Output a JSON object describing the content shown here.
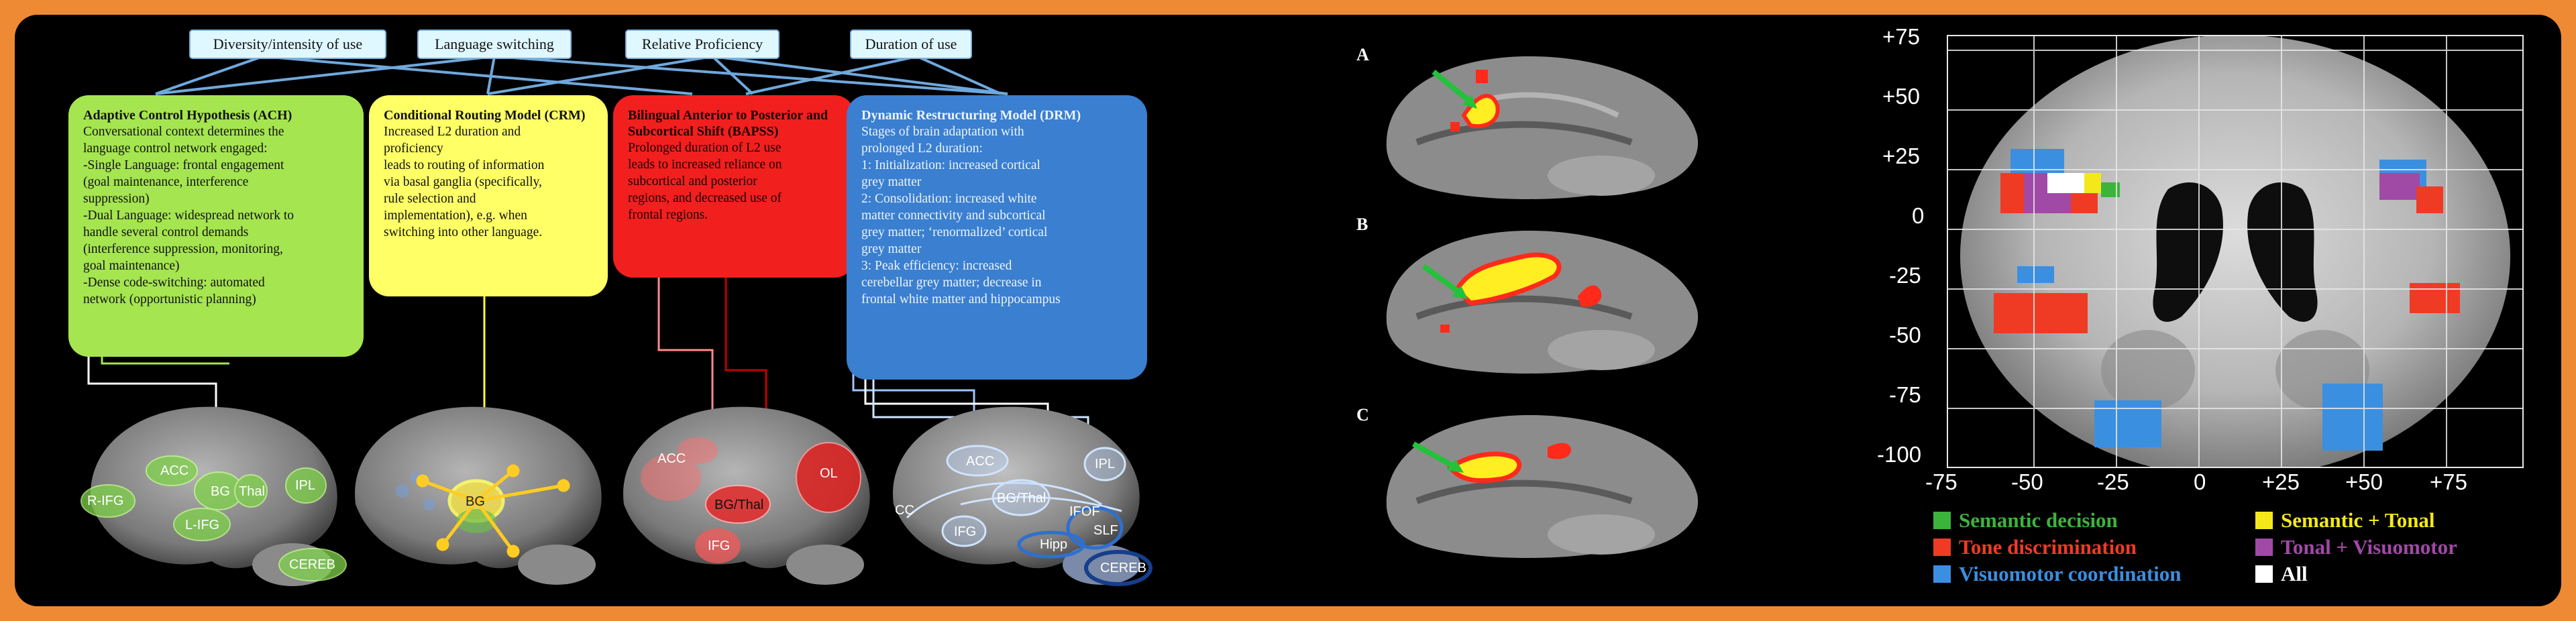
{
  "labels": {
    "diversity": "Diversity/intensity  of use",
    "switching": "Language switching",
    "proficiency": "Relative  Proficiency",
    "duration": "Duration  of use"
  },
  "models": [
    {
      "title": "Adaptive Control Hypothesis (ACH)",
      "body": "Conversational context determines the\n      language control network engaged:\n-Single Language: frontal engagement\n      (goal maintenance, interference\n      suppression)\n-Dual Language: widespread network to\n      handle several control demands\n      (interference suppression, monitoring,\n      goal maintenance)\n-Dense code-switching: automated\n      network (opportunistic planning)",
      "color": "#a5e550"
    },
    {
      "title": "Conditional Routing Model (CRM)",
      "body": "Increased L2 duration and\nproficiency\nleads to routing of information\nvia basal ganglia (specifically,\nrule selection and\nimplementation),  e.g. when\nswitching into other language.",
      "color": "#ffff66"
    },
    {
      "title": "Bilingual Anterior to Posterior and Subcortical Shift (BAPSS)",
      "body": "Prolonged duration of L2 use\nleads to increased reliance on\nsubcortical and posterior\nregions, and decreased use of\nfrontal regions.",
      "color": "#f21f1f"
    },
    {
      "title": "Dynamic Restructuring Model (DRM)",
      "body": "Stages of brain adaptation with\nprolonged L2 duration:\n1: Initialization: increased cortical\ngrey matter\n2: Consolidation: increased white\nmatter connectivity and subcortical\ngrey matter; ‘renormalized’ cortical\ngrey matter\n3: Peak efficiency: increased\ncerebellar grey matter; decrease in\nfrontal white matter and hippocampus",
      "color": "#3a7fd0"
    }
  ],
  "regions": {
    "ach": [
      "R-IFG",
      "ACC",
      "BG",
      "Thal",
      "L-IFG",
      "IPL",
      "CEREB"
    ],
    "crm": [
      "BG"
    ],
    "bapss": [
      "ACC",
      "BG/Thal",
      "OL",
      "IFG"
    ],
    "drm": [
      "ACC",
      "IPL",
      "CC",
      "BG/Thal",
      "IFOF",
      "IFG",
      "Hipp",
      "SLF",
      "CEREB"
    ]
  },
  "panels": [
    "A",
    "B",
    "C"
  ],
  "coronal": {
    "y_ticks": [
      "+75",
      "+50",
      "+25",
      "0",
      "-25",
      "-50",
      "-75",
      "-100"
    ],
    "x_ticks": [
      "-75",
      "-50",
      "-25",
      "0",
      "+25",
      "+50",
      "+75"
    ]
  },
  "legend": [
    {
      "label": "Semantic decision",
      "color": "#3cb43c"
    },
    {
      "label": "Semantic + Tonal",
      "color": "#f5e81a"
    },
    {
      "label": "Tone discrimination",
      "color": "#ef3b24"
    },
    {
      "label": "Tonal + Visuomotor",
      "color": "#a04aa6"
    },
    {
      "label": "Visuomotor coordination",
      "color": "#3b8fe0"
    },
    {
      "label": "All",
      "color": "#ffffff"
    }
  ]
}
